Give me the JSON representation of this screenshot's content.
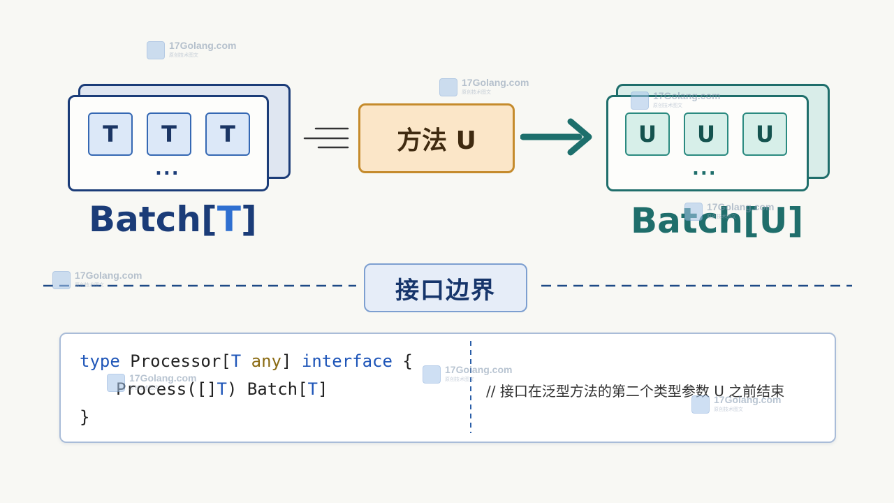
{
  "left_batch": {
    "cells": [
      "T",
      "T",
      "T"
    ],
    "ellipsis": "...",
    "label_prefix": "Batch[",
    "label_param": "T",
    "label_suffix": "]",
    "color": "#1b3c78"
  },
  "right_batch": {
    "cells": [
      "U",
      "U",
      "U"
    ],
    "ellipsis": "...",
    "label_prefix": "Batch[",
    "label_param": "U",
    "label_suffix": "]",
    "color": "#1f6e6b"
  },
  "method": {
    "label": "方法 U",
    "color": "#c58b2c"
  },
  "boundary": {
    "label": "接口边界"
  },
  "code": {
    "line1_kw": "type",
    "line1_name": " Processor[",
    "line1_tparam": "T",
    "line1_any": " any",
    "line1_close": "]",
    "line1_kw2": " interface",
    "line1_brace": " {",
    "line2_a": "Process([]",
    "line2_tparam1": "T",
    "line2_b": ") Batch[",
    "line2_tparam2": "T",
    "line2_c": "]",
    "line3": "}",
    "comment": "// 接口在泛型方法的第二个类型参数 U 之前结束"
  },
  "watermark": {
    "text": "17Golang.com",
    "sub": "原创技术图文"
  }
}
